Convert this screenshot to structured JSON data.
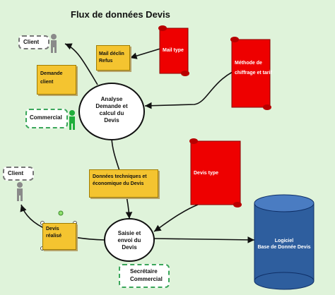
{
  "diagram": {
    "title": "Flux de données Devis",
    "clients": [
      {
        "label": "Client"
      },
      {
        "label": "Client"
      }
    ],
    "actors": [
      {
        "label": "Commercial"
      },
      {
        "label_line1": "Secrétaire",
        "label_line2": "Commercial"
      }
    ],
    "processes": [
      {
        "line1": "Analyse",
        "line2": "Demande et",
        "line3": "calcul du",
        "line4": "Devis"
      },
      {
        "line1": "Saisie et",
        "line2": "envoi du",
        "line3": "Devis"
      }
    ],
    "notes": [
      {
        "line1": "Mail déclin",
        "line2": "Refus"
      },
      {
        "line1": "Demande",
        "line2": "client"
      },
      {
        "line1": "Données techniques et",
        "line2": "économique du Devis"
      },
      {
        "line1": "Devis",
        "line2": "réalisé"
      }
    ],
    "scrolls": [
      {
        "label": "Mail type"
      },
      {
        "line1": "Méthode de",
        "line2": "chiffrage et tarif"
      },
      {
        "label": "Devis type"
      }
    ],
    "database": {
      "line1": "Logiciel",
      "line2": "Base de Donnée Devis"
    },
    "colors": {
      "background": "#dff3da",
      "note": "#f4c430",
      "scroll": "#ee0000",
      "database": "#2e5e9e",
      "actor_green": "#1fae3a",
      "actor_gray": "#8a8a8a"
    }
  }
}
